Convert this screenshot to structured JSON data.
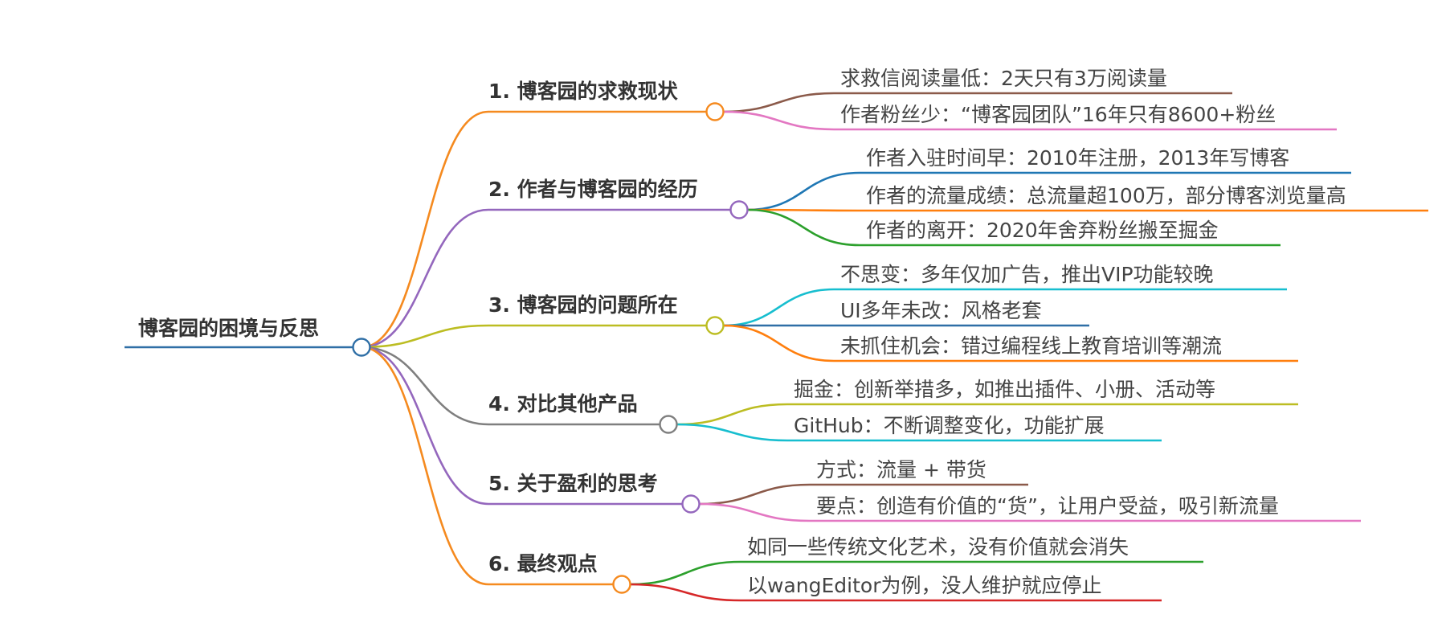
{
  "root": {
    "title": "博客园的困境与反思",
    "color": "#2f6fa6"
  },
  "branches": [
    {
      "title": "1. 博客园的求救现状",
      "color": "#f58a1f",
      "children": [
        {
          "text": "求救信阅读量低：2天只有3万阅读量",
          "color": "#8b5a4a"
        },
        {
          "text": "作者粉丝少：“博客园团队”16年只有8600+粉丝",
          "color": "#e377c2"
        }
      ]
    },
    {
      "title": "2. 作者与博客园的经历",
      "color": "#9467bd",
      "children": [
        {
          "text": "作者入驻时间早：2010年注册，2013年写博客",
          "color": "#1f77b4"
        },
        {
          "text": "作者的流量成绩：总流量超100万，部分博客浏览量高",
          "color": "#ff7f0e"
        },
        {
          "text": "作者的离开：2020年舍弃粉丝搬至掘金",
          "color": "#2ca02c"
        }
      ]
    },
    {
      "title": "3. 博客园的问题所在",
      "color": "#bcbd22",
      "children": [
        {
          "text": "不思变：多年仅加广告，推出VIP功能较晚",
          "color": "#17becf"
        },
        {
          "text": "UI多年未改：风格老套",
          "color": "#2f6fa6"
        },
        {
          "text": "未抓住机会：错过编程线上教育培训等潮流",
          "color": "#ff7f0e"
        }
      ]
    },
    {
      "title": "4. 对比其他产品",
      "color": "#7f7f7f",
      "children": [
        {
          "text": "掘金：创新举措多，如推出插件、小册、活动等",
          "color": "#bcbd22"
        },
        {
          "text": "GitHub：不断调整变化，功能扩展",
          "color": "#17becf"
        }
      ]
    },
    {
      "title": "5. 关于盈利的思考",
      "color": "#9467bd",
      "children": [
        {
          "text": "方式：流量 + 带货",
          "color": "#8b5a4a"
        },
        {
          "text": "要点：创造有价值的“货”，让用户受益，吸引新流量",
          "color": "#e377c2"
        }
      ]
    },
    {
      "title": "6. 最终观点",
      "color": "#f58a1f",
      "children": [
        {
          "text": "如同一些传统文化艺术，没有价值就会消失",
          "color": "#2ca02c"
        },
        {
          "text": "以wangEditor为例，没人维护就应停止",
          "color": "#d62728"
        }
      ]
    }
  ]
}
